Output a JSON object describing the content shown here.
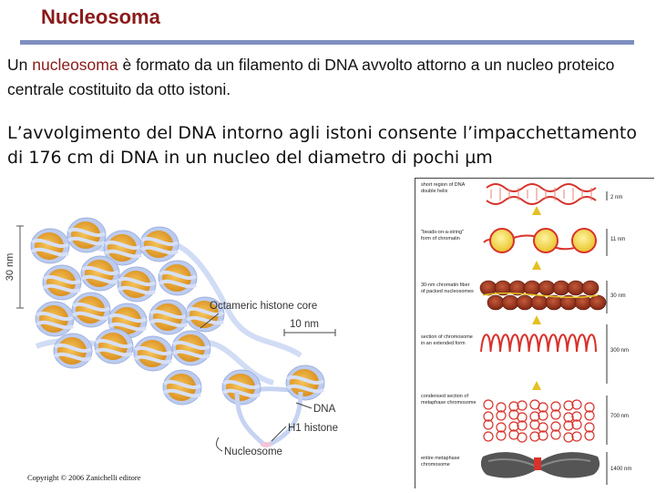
{
  "slide": {
    "title": "Nucleosoma",
    "para1_prefix": "Un ",
    "para1_highlight": "nucleosoma",
    "para1_suffix": " è formato da un filamento di DNA avvolto attorno a un nucleo proteico centrale costituito da otto istoni.",
    "para2": "L’avvolgimento del DNA intorno agli istoni consente l’impacchettamento di 176 cm di DNA in un nucleo del diametro di pochi µm",
    "copyright": "Copyright © 2006 Zanichelli editore"
  },
  "left_figure": {
    "scale_label": "30 nm",
    "core_label": "Octameric histone core",
    "diam_label": "10 nm",
    "dna_label": "DNA",
    "h1_label": "H1 histone",
    "nucleosome_label": "Nucleosome"
  },
  "right_figure": {
    "levels": [
      {
        "label": "short region of DNA double helix",
        "size": "2 nm"
      },
      {
        "label": "\"beads-on-a-string\" form of chromatin",
        "size": "11 nm"
      },
      {
        "label": "30-nm chromatin fiber of packed nucleosomes",
        "size": "30 nm"
      },
      {
        "label": "section of chromosome in an extended form",
        "size": "300 nm"
      },
      {
        "label": "condensed section of metaphase chromosome",
        "size": "700 nm"
      },
      {
        "label": "entire metaphase chromosome",
        "size": "1400 nm"
      }
    ]
  },
  "colors": {
    "title": "#8b1a1a",
    "rule": "#7f8fbf",
    "histone_core": "#e8a838",
    "dna_strand": "#b8c8ee",
    "chromatin_red": "#d8322c"
  }
}
